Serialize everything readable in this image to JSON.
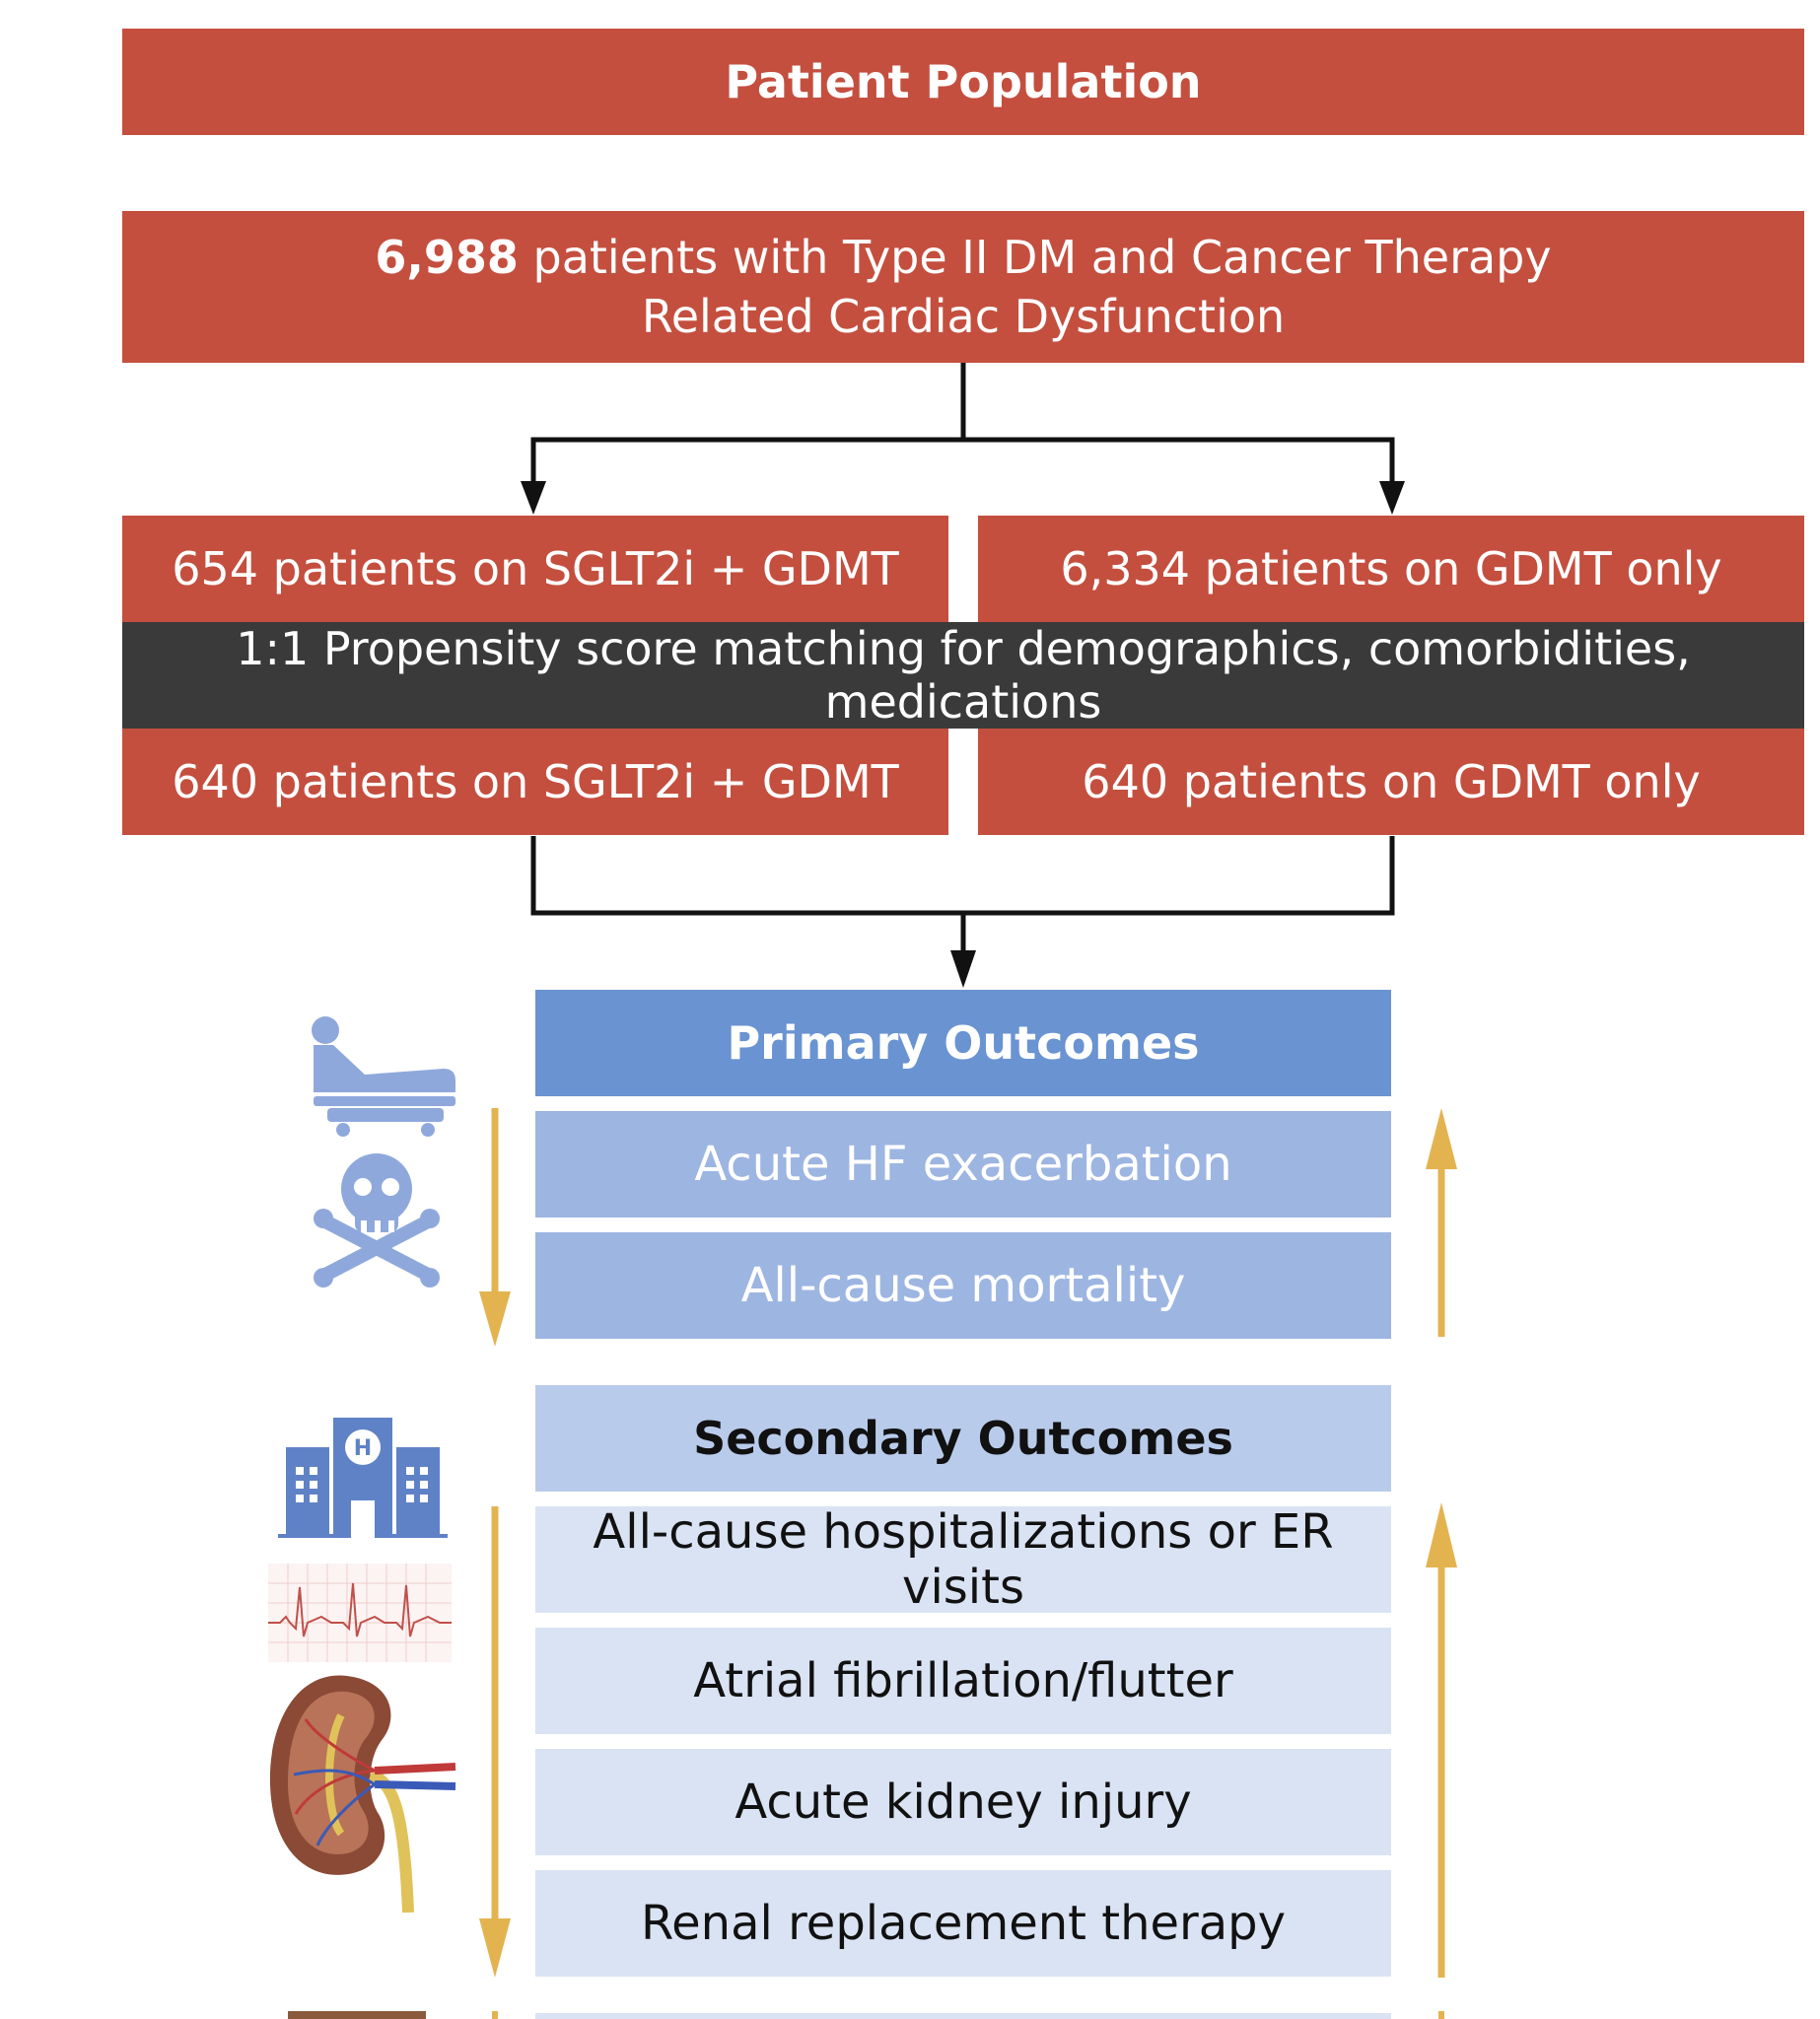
{
  "header": {
    "title": "Patient Population"
  },
  "population": {
    "count": "6,988",
    "line1_rest": " patients with Type II DM and Cancer Therapy",
    "line2": "Related Cardiac Dysfunction"
  },
  "groups_before": {
    "left": "654 patients on SGLT2i + GDMT",
    "right": "6,334 patients on GDMT only"
  },
  "matching": {
    "label": "1:1 Propensity score matching for demographics, comorbidities, medications"
  },
  "groups_after": {
    "left": "640 patients on SGLT2i + GDMT",
    "right": "640 patients on GDMT only"
  },
  "primary": {
    "title": "Primary Outcomes",
    "items": [
      "Acute HF exacerbation",
      "All-cause mortality"
    ]
  },
  "secondary": {
    "title": "Secondary Outcomes",
    "items": [
      "All-cause hospitalizations or ER visits",
      "Atrial fibrillation/flutter",
      "Acute kidney injury",
      "Renal replacement therapy"
    ]
  },
  "colors": {
    "red": "#c44f3f",
    "dark": "#3a3a3a",
    "primary_header": "#6a93d1",
    "primary_item": "#9db5e1",
    "secondary_header": "#b9cbeb",
    "secondary_item": "#dae3f3",
    "arrow_gold": "#e3b350",
    "icon_blue": "#8fa8dc"
  },
  "icons": {
    "primary": [
      "hospital-bed-icon",
      "skull-crossbones-icon"
    ],
    "secondary": [
      "hospital-building-icon",
      "ecg-strip-icon",
      "kidney-icon"
    ],
    "arrows": [
      "down-arrow-icon",
      "up-arrow-icon"
    ]
  }
}
